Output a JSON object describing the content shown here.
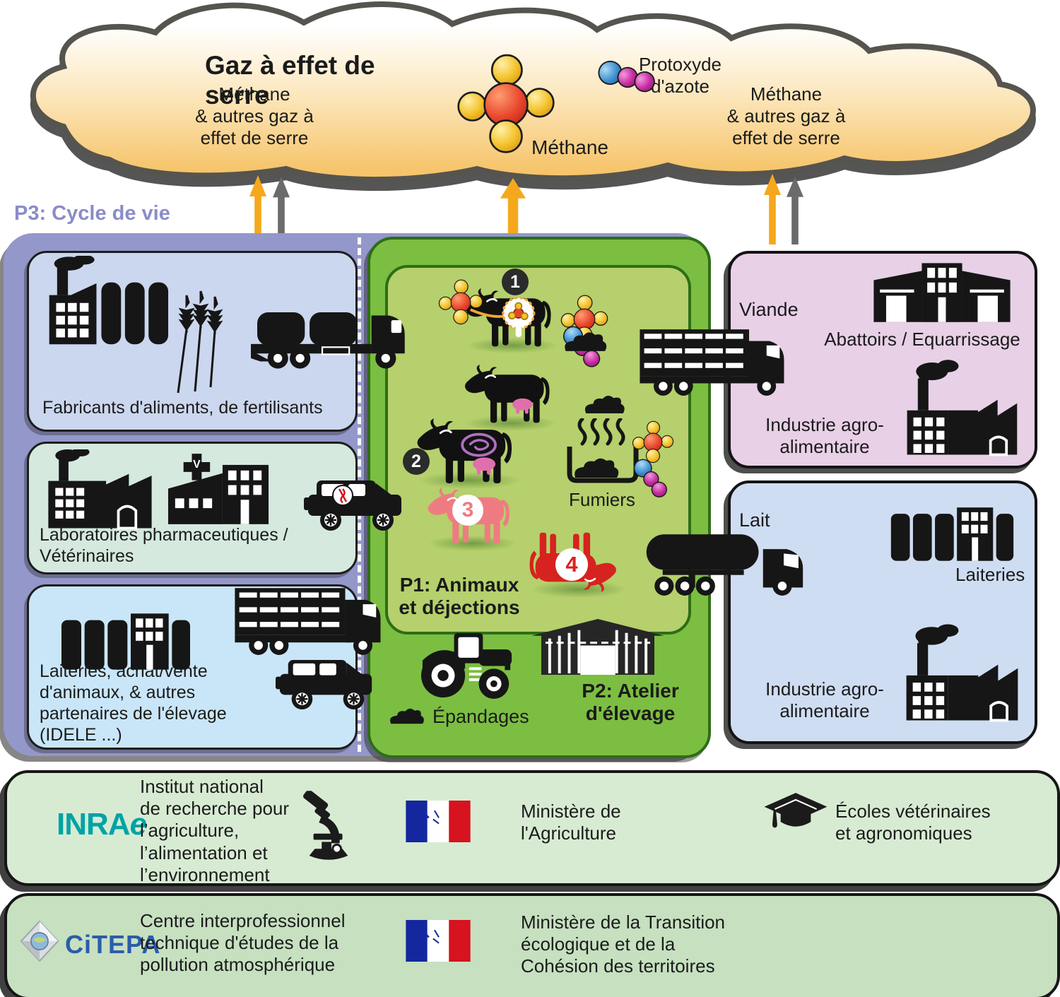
{
  "colors": {
    "arrow-orange": "#F5A81C",
    "arrow-gray": "#6B6B6B",
    "p3-purple": "#9497C9",
    "p3-label": "#8A8CC9",
    "box-feed": "#CBD7EE",
    "box-pharma": "#D5E9DE",
    "box-partners": "#C9E6F8",
    "green-outer": "#7CBE41",
    "green-inner": "#B5D06C",
    "box-meat": "#E8D0E7",
    "box-milk": "#CFDDF2",
    "bar-green": "#D7EBD3",
    "bar-green2": "#C6E0C0",
    "inrae-teal": "#00A3A6",
    "citepa-blue": "#2A5CAA",
    "cow-black": "#111111",
    "cow-pink": "#EF7B82",
    "cow-red": "#D6231F"
  },
  "cloud": {
    "title": "Gaz à effet de serre",
    "methane_left": "Méthane\n& autres gaz à\neffet de serre",
    "methane_center_label": "Méthane",
    "n2o_label": "Protoxyde\nd'azote",
    "methane_right": "Méthane\n& autres gaz à\neffet de serre"
  },
  "p3": {
    "label": "P3: Cycle de vie",
    "box_feed_label": "Fabricants d'aliments, de fertilisants",
    "box_pharma_label": "Laboratoires pharmaceutiques /\nVétérinaires",
    "box_partners_label": "Laiteries, achat/vente\nd'animaux, & autres\npartenaires de l'élevage\n(IDELE ...)"
  },
  "p1": {
    "label": "P1: Animaux\net déjections",
    "fumiers_label": "Fumiers",
    "badges": [
      "1",
      "2",
      "3",
      "4"
    ]
  },
  "p2": {
    "label": "P2: Atelier\nd'élevage",
    "epandages_label": "Épandages"
  },
  "meat": {
    "flow_label": "Viande",
    "abattoirs_label": "Abattoirs / Equarrissage",
    "industry_label": "Industrie agro-\nalimentaire"
  },
  "milk": {
    "flow_label": "Lait",
    "laiteries_label": "Laiteries",
    "industry_label": "Industrie agro-\nalimentaire"
  },
  "partners_research": {
    "logo_prefix": "INRA",
    "logo_e": "e",
    "institute_text": "Institut national\nde recherche pour\nl’agriculture,\nl’alimentation et\nl’environnement",
    "ministry": "Ministère de\nl'Agriculture",
    "schools": "Écoles vétérinaires\net agronomiques"
  },
  "partners_citepa": {
    "logo": "CiTEPA",
    "center_text": "Centre interprofessionnel\ntechnique d'études de la\npollution atmosphérique",
    "ministry": "Ministère de la Transition\nécologique et de la\nCohésion des territoires"
  }
}
